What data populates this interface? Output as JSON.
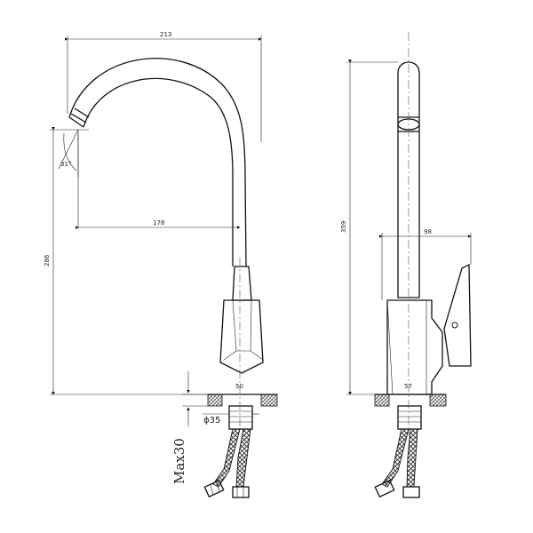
{
  "dimensions": {
    "front_width": "213",
    "spout_reach": "178",
    "front_height": "286",
    "spout_angle": "31°",
    "base_diameter": "50",
    "hole_diameter": "ϕ35",
    "max_thickness": "Max30",
    "side_height": "359",
    "side_depth": "98",
    "side_base": "57"
  }
}
